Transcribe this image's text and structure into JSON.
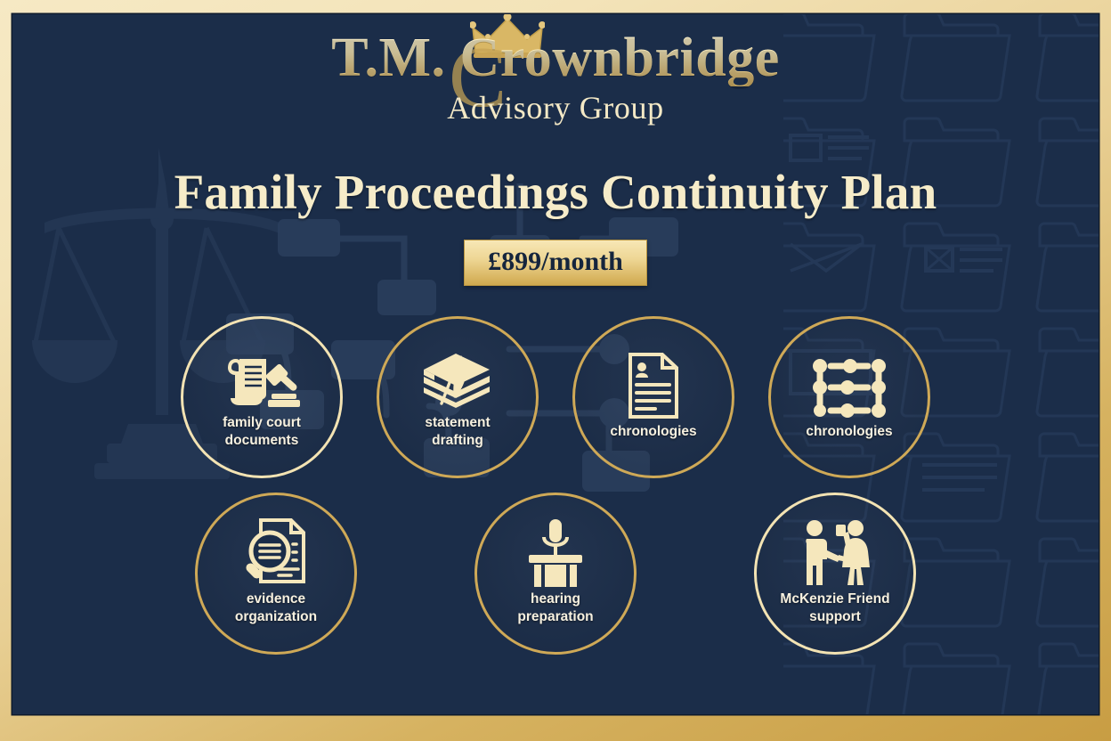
{
  "frame": {
    "border_gradient_top": "#f6e9c4",
    "border_gradient_bottom": "#c89d43",
    "canvas_bg": "#1b2d49"
  },
  "brand": {
    "name": "T.M. Crownbridge",
    "subtitle": "Advisory Group",
    "monogram_letter": "C",
    "crown_icon": "crown-icon",
    "gold": "#d9bb6d",
    "cream": "#f4e9c6"
  },
  "plan": {
    "title": "Family Proceedings Continuity Plan",
    "price": "£899/month"
  },
  "features": {
    "row1": [
      {
        "label": "family court\ndocuments",
        "label_line1": "family court",
        "label_line2": "documents",
        "icon": "scroll-gavel-icon",
        "ring": "light"
      },
      {
        "label": "statement\ndrafting",
        "label_line1": "statement",
        "label_line2": "drafting",
        "icon": "quill-papers-icon",
        "ring": "gold"
      },
      {
        "label": "chronologies",
        "label_line1": "chronologies",
        "label_line2": "",
        "icon": "document-portrait-icon",
        "ring": "gold"
      },
      {
        "label": "chronologies",
        "label_line1": "chronologies",
        "label_line2": "",
        "icon": "timeline-nodes-icon",
        "ring": "gold"
      }
    ],
    "row2": [
      {
        "label": "evidence\norganization",
        "label_line1": "evidence",
        "label_line2": "organization",
        "icon": "magnifier-document-icon",
        "ring": "gold"
      },
      {
        "label": "hearing\npreparation",
        "label_line1": "hearing",
        "label_line2": "preparation",
        "icon": "podium-microphone-icon",
        "ring": "gold"
      },
      {
        "label": "McKenzie Friend\nsupport",
        "label_line1": "McKenzie Friend",
        "label_line2": "support",
        "icon": "two-people-icon",
        "ring": "light"
      }
    ]
  },
  "background": {
    "left_watermark": "scales-of-justice-icon",
    "right_watermark": "folder-grid-icon",
    "center_watermark": "flowchart-icon"
  }
}
